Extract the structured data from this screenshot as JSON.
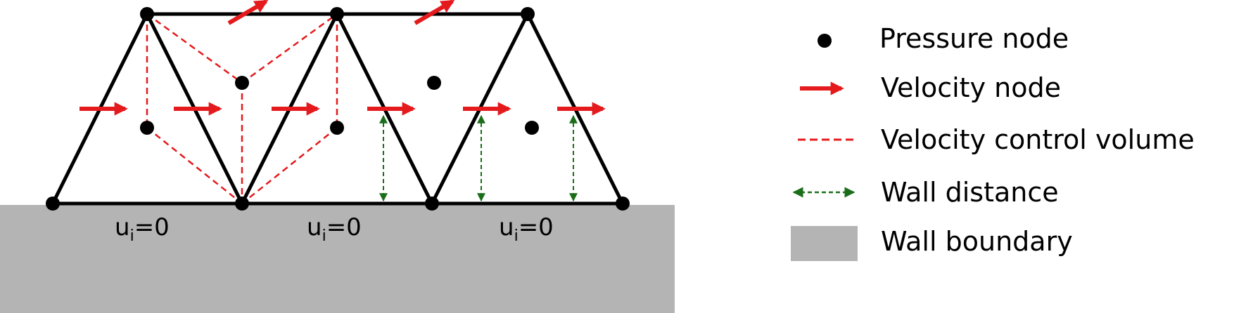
{
  "diagram": {
    "boundary_conditions": [
      {
        "base": "u",
        "subscript": "i",
        "rest": "=0"
      },
      {
        "base": "u",
        "subscript": "i",
        "rest": "=0"
      },
      {
        "base": "u",
        "subscript": "i",
        "rest": "=0"
      }
    ]
  },
  "legend": {
    "items": [
      {
        "label": "Pressure node",
        "icon": "pressure-node-icon"
      },
      {
        "label": "Velocity node",
        "icon": "velocity-node-icon"
      },
      {
        "label": "Velocity control volume",
        "icon": "control-volume-icon"
      },
      {
        "label": "Wall distance",
        "icon": "wall-distance-icon"
      },
      {
        "label": "Wall boundary",
        "icon": "wall-boundary-icon"
      }
    ]
  },
  "colors": {
    "mesh": "#000000",
    "velocity": "#e41a1c",
    "control_volume": "#e41a1c",
    "wall_distance": "#1a6e1a",
    "wall": "#b4b4b4"
  }
}
